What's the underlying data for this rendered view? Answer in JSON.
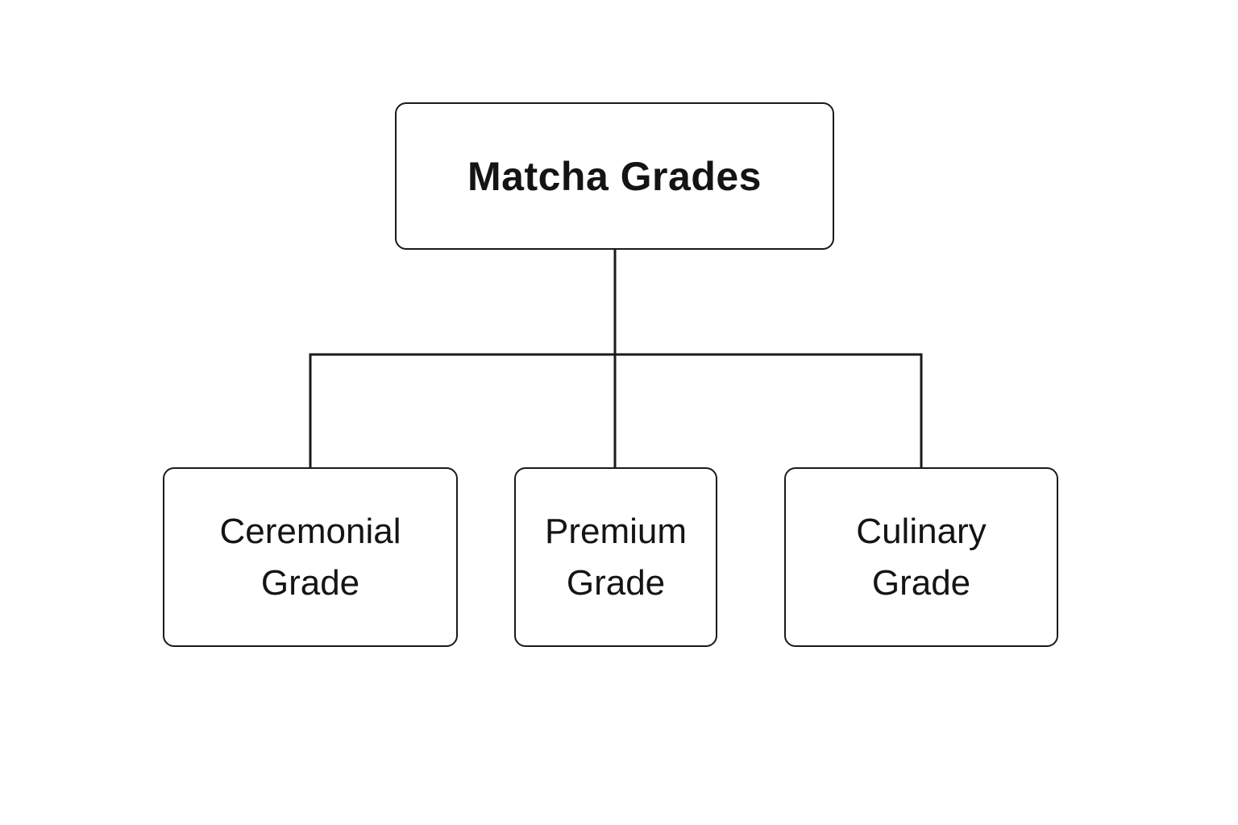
{
  "diagram": {
    "root": {
      "label": "Matcha Grades"
    },
    "children": [
      {
        "label": "Ceremonial Grade"
      },
      {
        "label": "Premium Grade"
      },
      {
        "label": "Culinary Grade"
      }
    ],
    "colors": {
      "background": "#ffffff",
      "node_fill": "#ffffff",
      "node_border": "#1a1a1a",
      "text": "#141414",
      "connector": "#1a1a1a"
    }
  }
}
